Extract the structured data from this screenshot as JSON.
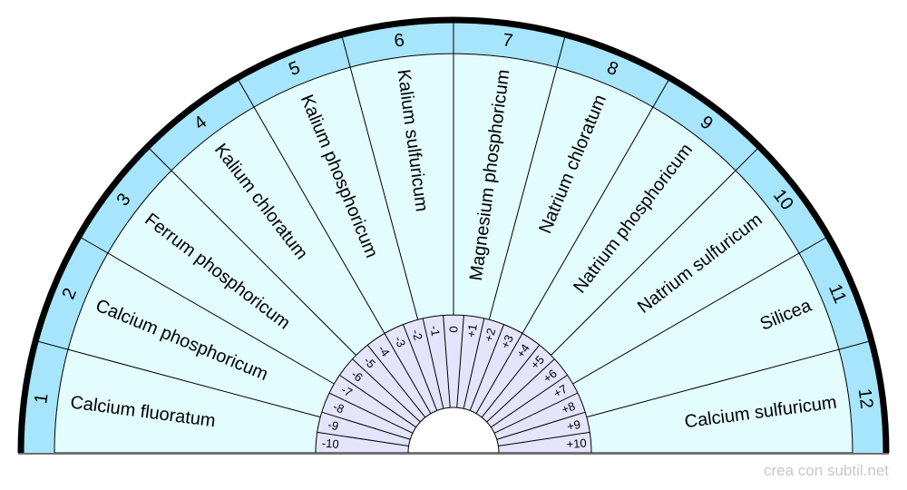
{
  "colors": {
    "outer_ring": "#000000",
    "number_band": "#a6e5fb",
    "sector_fill": "#e3fcfd",
    "scale_fill": "#e4e4fc",
    "lines": "#000000",
    "baseline": "#707070"
  },
  "sectors": [
    {
      "number": "1",
      "name": "Calcium fluoratum"
    },
    {
      "number": "2",
      "name": "Calcium phosphoricum"
    },
    {
      "number": "3",
      "name": "Ferrum phosphoricum"
    },
    {
      "number": "4",
      "name": "Kalium chloratum"
    },
    {
      "number": "5",
      "name": "Kalium phosphoricum"
    },
    {
      "number": "6",
      "name": "Kalium sulfuricum"
    },
    {
      "number": "7",
      "name": "Magnesium phosphoricum"
    },
    {
      "number": "8",
      "name": "Natrium chloratum"
    },
    {
      "number": "9",
      "name": "Natrium phosphoricum"
    },
    {
      "number": "10",
      "name": "Natrium sulfuricum"
    },
    {
      "number": "11",
      "name": "Silicea"
    },
    {
      "number": "12",
      "name": "Calcium sulfuricum"
    }
  ],
  "scale": [
    "-10",
    "-9",
    "-8",
    "-7",
    "-6",
    "-5",
    "-4",
    "-3",
    "-2",
    "-1",
    "0",
    "+1",
    "+2",
    "+3",
    "+4",
    "+5",
    "+6",
    "+7",
    "+8",
    "+9",
    "+10"
  ],
  "watermark": "crea con subtil.net"
}
